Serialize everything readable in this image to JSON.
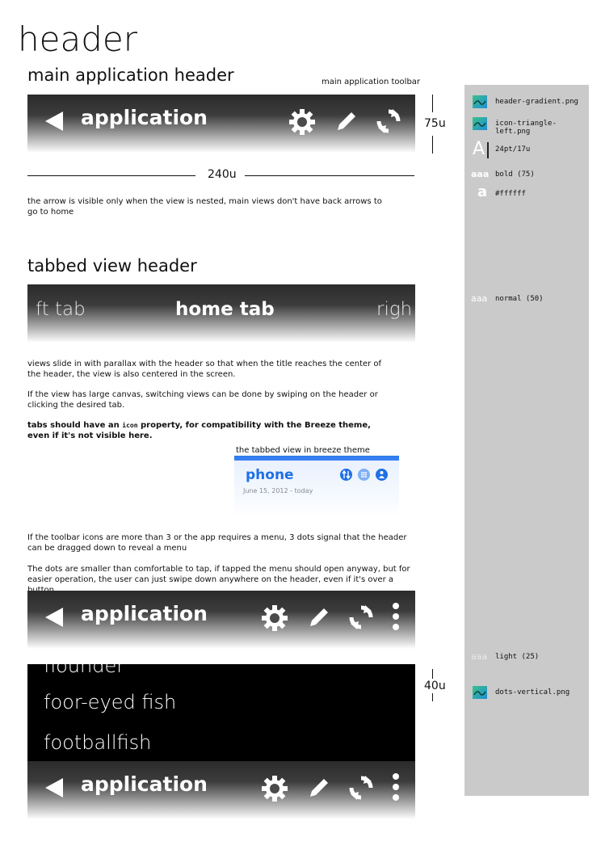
{
  "page": {
    "title": "header",
    "main_section_title": "main application header",
    "toolbar_note": "main application toolbar",
    "height_measure": "75u",
    "width_measure": "240u",
    "arrow_note": "the arrow is visible only when the view is nested, main views don't have back arrows to go to home",
    "tabbed_section_title": "tabbed view header",
    "parallax_note": "views slide in with parallax with the header so that when the title reaches the center of the header, the view is also centered in the screen.",
    "swipe_note": "If the view has large canvas, switching views can be done by swiping on the header or clicking the desired tab.",
    "icon_note_pre": "tabs should have an ",
    "icon_note_code": "icon",
    "icon_note_post": " property, for compatibility with the Breeze theme, even if it's not visible here.",
    "breeze_caption": "the tabbed view in breeze theme",
    "menu_note": "If the toolbar icons are more than 3 or the app requires a menu, 3 dots signal that the header can be dragged down to reveal a menu",
    "dots_note": "The dots are smaller than comfortable to tap, if tapped the menu should open anyway, but for easier operation, the user can just swipe down anywhere on the header, even if it's over a button",
    "list_measure": "40u"
  },
  "header": {
    "app_title": "application",
    "icons": [
      "back-arrow",
      "gear",
      "pencil",
      "refresh"
    ]
  },
  "tabs": {
    "left": "ft tab",
    "center": "home tab",
    "right": "righ"
  },
  "breeze": {
    "title": "phone",
    "date": "June 15, 2012 - today",
    "accent": "#1f6fe6"
  },
  "menu_list": {
    "items": [
      "flounder",
      "foor-eyed fish",
      "footballfish"
    ]
  },
  "sidebar": {
    "assets": [
      {
        "name": "header-gradient.png"
      },
      {
        "name": "icon-triangle-left.png"
      },
      {
        "name": "dots-vertical.png"
      }
    ],
    "font_size": "24pt/17u",
    "bold": "bold (75)",
    "color": "#ffffff",
    "normal": "normal (50)",
    "light": "light (25)",
    "sample_aaa": "aaa",
    "sample_a": "a",
    "sample_A": "A"
  },
  "colors": {
    "header_dark": "#2b2b2b",
    "sidebar_bg": "#cacaca",
    "breeze_blue": "#2f7af0"
  }
}
